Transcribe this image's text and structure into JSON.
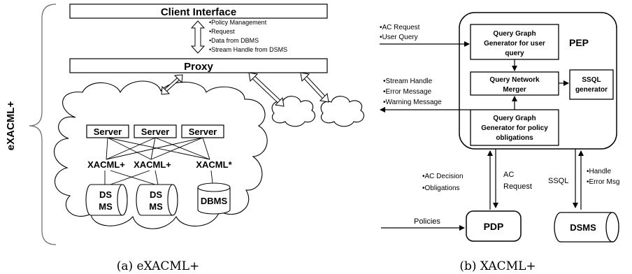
{
  "left": {
    "side_label": "eXACML+",
    "client_interface": "Client Interface",
    "proxy": "Proxy",
    "client_messages": [
      "•Policy Management",
      "•Request",
      "•Data from DBMS",
      "•Stream Handle from DSMS"
    ],
    "servers": [
      "Server",
      "Server",
      "Server"
    ],
    "xacml_labels": [
      "XACML+",
      "XACML+",
      "XACML*"
    ],
    "ds1": [
      "DS",
      "MS"
    ],
    "ds2": [
      "DS",
      "MS"
    ],
    "dbms": "DBMS",
    "caption": "(a) eXACML+"
  },
  "right": {
    "inputs": [
      "•AC Request",
      "•User Query"
    ],
    "pep": "PEP",
    "qg_user": [
      "Query Graph",
      "Generator for user",
      "query"
    ],
    "qn_merger": [
      "Query Network",
      "Merger"
    ],
    "ssql_gen": [
      "SSQL",
      "generator"
    ],
    "qg_policy": [
      "Query Graph",
      "Generator for policy",
      "obligations"
    ],
    "outputs": [
      "•Stream Handle",
      "•Error Message",
      "•Warning Message"
    ],
    "pdp_out": [
      "•AC Decision",
      "•Obligations"
    ],
    "ac_request": [
      "AC",
      "Request"
    ],
    "ssql": "SSQL",
    "dsms_out": [
      "•Handle",
      "•Error Msg"
    ],
    "policies": "Policies",
    "pdp": "PDP",
    "dsms": "DSMS",
    "caption": "(b) XACML+"
  }
}
